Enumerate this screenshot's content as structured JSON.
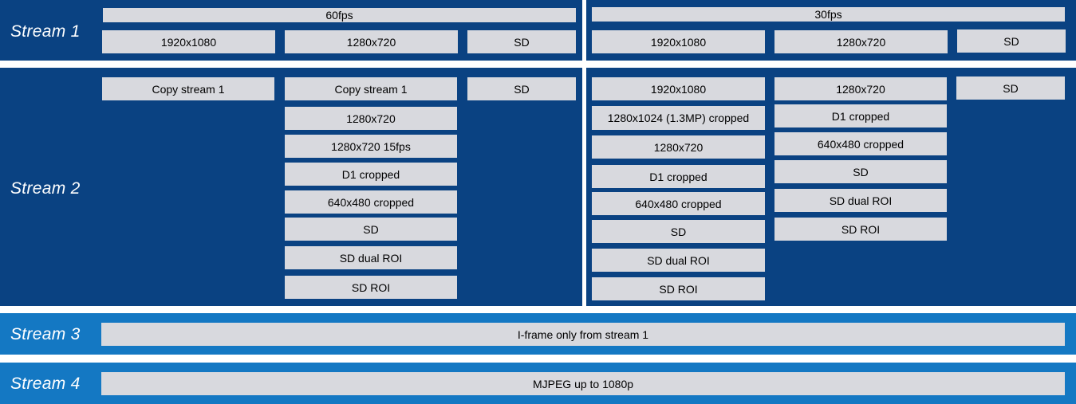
{
  "rows": {
    "stream1": "Stream 1",
    "stream2": "Stream 2",
    "stream3": "Stream 3",
    "stream4": "Stream 4"
  },
  "s1": {
    "fps60": "60fps",
    "fps30": "30fps",
    "left": [
      "1920x1080",
      "1280x720",
      "SD"
    ],
    "right": [
      "1920x1080",
      "1280x720",
      "SD"
    ]
  },
  "s2": {
    "left_col1": [
      "Copy stream 1"
    ],
    "left_col2": [
      "Copy stream 1",
      "1280x720",
      "1280x720 15fps",
      "D1 cropped",
      "640x480 cropped",
      "SD",
      "SD dual ROI",
      "SD ROI"
    ],
    "left_col3": [
      "SD"
    ],
    "right_col1": [
      "1920x1080",
      "1280x1024 (1.3MP) cropped",
      "1280x720",
      "D1 cropped",
      "640x480 cropped",
      "SD",
      "SD dual ROI",
      "SD ROI"
    ],
    "right_col2": [
      "1280x720",
      "D1 cropped",
      "640x480 cropped",
      "SD",
      "SD dual ROI",
      "SD ROI"
    ],
    "right_col3": [
      "SD"
    ]
  },
  "s3": {
    "text": "I-frame only from stream 1"
  },
  "s4": {
    "text": "MJPEG up to 1080p"
  },
  "colors": {
    "dark_band": "#0a4282",
    "light_band": "#1478c3",
    "box": "#d8d9de",
    "label": "#ffffff"
  }
}
